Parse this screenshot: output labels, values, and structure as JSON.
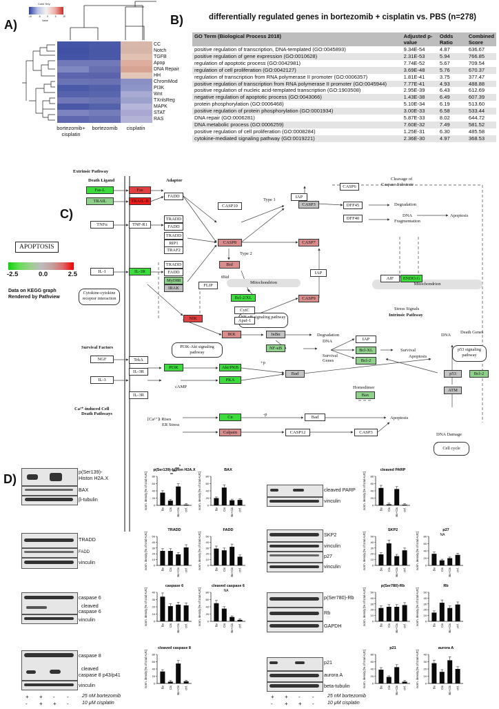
{
  "panel_labels": {
    "a": "A)",
    "b": "B)",
    "c": "C)",
    "d": "D)"
  },
  "panel_a": {
    "color_key_title": "Color Key",
    "color_key_ticks": [
      "-10",
      "-5",
      "0",
      "5",
      "10"
    ],
    "color_key_xlabel": "Value",
    "rows": [
      "CC",
      "Notch",
      "TGFB",
      "Apop",
      "DNA Repair",
      "HH",
      "ChromMod",
      "PI3K",
      "Wnt",
      "TXnlsReg",
      "MAPK",
      "STAT",
      "RAS"
    ],
    "columns": [
      "bortezomib+\ncisplatin",
      "bortezomib",
      "cisplatin"
    ],
    "colors": {
      "low": "#3a4fa0",
      "mid": "#d9dbe8",
      "high": "#cc4b3c"
    }
  },
  "panel_b": {
    "title": "differentially regulated genes in bortezomib + cisplatin vs. PBS (n=278)",
    "headers": [
      "GO Term (Biological Process 2018)",
      "Adjusted p-value",
      "Odds Ratio",
      "Combined Score"
    ],
    "rows": [
      [
        "positive regulation of transcription,  DNA-templated (GO:0045893)",
        "9.34E-54",
        "4.87",
        "636.67"
      ],
      [
        "positive regulation of gene expression (GO:0010628)",
        "2.31E-53",
        "5.94",
        "766.85"
      ],
      [
        "regulation of apoptotic process (GO:0042981)",
        "7.74E-52",
        "5.67",
        "709.54"
      ],
      [
        "regulation of cell proliferation (GO:0042127)",
        "3.69E-48",
        "5.76",
        "670.37"
      ],
      [
        "regulation of transcription from RNA polymerase II promoter (GO:0006357)",
        "1.81E-41",
        "3.75",
        "377.47"
      ],
      [
        "positive regulation of transcription from RNA polymerase II promoter (GO:0045944)",
        "7.77E-41",
        "4.93",
        "488.88"
      ],
      [
        "positive regulation of nucleic acid-templated transcription (GO:1903508)",
        "2.95E-39",
        "6.43",
        "612.69"
      ],
      [
        "negative regulation of apoptotic process (GO:0043066)",
        "1.43E-38",
        "6.49",
        "607.39"
      ],
      [
        "protein phosphorylation (GO:0006468)",
        "5.10E-34",
        "6.19",
        "513.60"
      ],
      [
        "positive regulation of protein phosphorylation (GO:0001934)",
        "3.00E-33",
        "6.58",
        "533.44"
      ],
      [
        "DNA repair (GO:0006281)",
        "5.87E-33",
        "8.02",
        "644.72"
      ],
      [
        "DNA metabolic process (GO:0006259)",
        "7.60E-32",
        "7.49",
        "581.52"
      ],
      [
        "positive regulation of cell proliferation (GO:0008284)",
        "1.25E-31",
        "6.30",
        "485.58"
      ],
      [
        "cytokine-mediated signaling pathway (GO:0019221)",
        "2.36E-30",
        "4.97",
        "368.53"
      ]
    ]
  },
  "panel_c": {
    "legend_title": "APOPTOSIS",
    "legend_ticks": [
      "-2.5",
      "0.0",
      "2.5"
    ],
    "legend_note": [
      "Data on KEGG graph",
      "Rendered by Pathview"
    ],
    "section_labels": {
      "extrinsic": "Extrinsic Pathway",
      "death_ligand": "Death Ligand",
      "adaptor": "Adaptor",
      "survival": "Survival Factors",
      "ca": "Ca²⁺-induced Cell",
      "ca2": "Death Pathways",
      "intrinsic": "Intrinsic Pathway",
      "stress": "Stress Signals"
    },
    "texts": {
      "cleavage": "Cleavage of",
      "cleavage2": "Caspase Substrate",
      "degradation": "Degradation",
      "dna_frag": "DNA",
      "dna_frag2": "Fragmentation",
      "apoptosis": "Apoptosis",
      "type1": "Type 1",
      "type2": "Type 2",
      "tbid": "tBid",
      "mito": "Mitochondrion",
      "mito2": "Mitochondrion",
      "nfkb_pw": "NF-κB signaling pathway",
      "pi3k_pw": "PI3K-Akt signaling pathway",
      "cytokine_pw": "Cytokine-cytokine receptor interaction",
      "p53_pw": "p53 signaling pathway",
      "dna": "DNA",
      "survival_genes": "Survival Genes",
      "survival": "Survival",
      "degradation2": "Degradation",
      "camp": "cAMP",
      "homodimer": "Homodimer",
      "dna_damage": "DNA Damage",
      "cell_cycle": "Cell cycle",
      "death_genes": "Death Genes",
      "ca_rises": "[Ca²⁺]i Rises",
      "er_stress": "ER Stress",
      "apoptosis2": "Apoptosis",
      "apoptosis3": "Apoptosis",
      "dna2": "DNA",
      "plus_p": "+p",
      "minus_p": "-p"
    },
    "nodes": {
      "fasl": "Fas-L",
      "trail": "TRAIL",
      "tnfa": "TNFα",
      "il1": "IL-1",
      "ngf": "NGF",
      "il3": "IL-3",
      "fas": "Fas",
      "trailr": "TRAIL-R",
      "tnfr1": "TNF-R1",
      "il1r": "IL-1R",
      "trka": "TrkA",
      "il3r": "IL-3R",
      "il3r2": "IL-3R",
      "fadd": "FADD",
      "tradd1": "TRADD",
      "fadd2": "FADD",
      "tradd2": "TRADD",
      "rip1": "RIP1",
      "traf2": "TRAF2",
      "tradd3": "TRADD",
      "fadd3": "FADD",
      "myd88": "MyD88",
      "irak": "IRAK",
      "flip": "FLIP",
      "casp10": "CASP10",
      "casp8": "CASP8",
      "casp3": "CASP3",
      "casp7": "CASP7",
      "casp6": "CASP6",
      "iap": "IAP",
      "bid": "Bid",
      "bcl2": "Bcl-2/XL",
      "cytc": "CytC",
      "apaf1": "Apaf-1",
      "casp9": "CASP9",
      "iap2": "IAP",
      "dff45": "DFF45",
      "dff40": "DFF40",
      "aif": "AIF",
      "endog": "ENDO.G",
      "nik": "NIK",
      "ikk": "IKK",
      "ikba": "IκBα",
      "nfkb": "NF-κB",
      "iap3": "IAP",
      "bclxl": "Bcl-XL",
      "bcl2b": "Bcl-2",
      "pi3k": "PI3K",
      "akt": "Akt/PKB",
      "pka": "PKA",
      "bad": "Bad",
      "bax": "Bax",
      "p53": "p53",
      "bcl2c": "Bcl-2",
      "atm": "ATM",
      "cn": "Cn",
      "calpain": "Calpain",
      "bad2": "Bad",
      "casp12": "CASP12",
      "casp3b": "CASP3"
    }
  },
  "panel_d": {
    "treatment_rows": [
      {
        "signs": [
          "+",
          "+",
          "-",
          "-"
        ],
        "label": "25 nM bortezomib"
      },
      {
        "signs": [
          "-",
          "+",
          "+",
          "-"
        ],
        "label": "10 µM cisplatin"
      }
    ],
    "blots": {
      "b1": [
        "p(Ser139)-",
        "Histon H2A.X",
        "BAX",
        "β-tubulin"
      ],
      "b2": [
        "TRADD",
        "FADD",
        "vinculin"
      ],
      "b3": [
        "caspase 6",
        "cleaved",
        "caspase 6",
        "vinculin"
      ],
      "b4": [
        "caspase 8",
        "cleaved",
        "caspase 8 p43/p41",
        "vinculin"
      ],
      "b5": [
        "cleaved PARP",
        "vinculin"
      ],
      "b6": [
        "SKP2",
        "vinculin",
        "p27",
        "vinculin"
      ],
      "b7": [
        "p(Ser780)-Rb",
        "Rb",
        "GAPDH"
      ],
      "b8": [
        "p21",
        "aurora A",
        "beta-tubulin"
      ]
    },
    "y_axis_label": "norm. density [% of total AUC]",
    "x_categories": [
      "Bo",
      "Cis",
      "Bo+Cis",
      "ctrl."
    ],
    "na_label": "NA"
  },
  "chart_data": [
    {
      "type": "bar",
      "title": "p(Ser139)-histon H2A.X",
      "categories": [
        "Bo",
        "Cis",
        "Bo+Cis",
        "ctrl."
      ],
      "values": [
        35,
        13,
        52,
        2
      ],
      "ylim": [
        0,
        80
      ],
      "sig": [
        "**",
        "***",
        "***",
        "*"
      ]
    },
    {
      "type": "bar",
      "title": "BAX",
      "categories": [
        "Bo",
        "Cis",
        "Bo+Cis",
        "ctrl."
      ],
      "values": [
        20,
        49,
        14,
        15
      ],
      "ylim": [
        0,
        80
      ]
    },
    {
      "type": "bar",
      "title": "TRADD",
      "categories": [
        "Bo",
        "Cis",
        "Bo+Cis",
        "ctrl."
      ],
      "values": [
        25,
        25,
        19,
        31
      ],
      "ylim": [
        0,
        50
      ]
    },
    {
      "type": "bar",
      "title": "FADD",
      "categories": [
        "Bo",
        "Cis",
        "Bo+Cis",
        "ctrl."
      ],
      "values": [
        29,
        26,
        32,
        15
      ],
      "ylim": [
        0,
        50
      ]
    },
    {
      "type": "bar",
      "title": "caspase 6",
      "categories": [
        "Bo",
        "Cis",
        "Bo+Cis",
        "ctrl."
      ],
      "values": [
        34,
        21,
        23,
        22
      ],
      "ylim": [
        0,
        40
      ]
    },
    {
      "type": "bar",
      "title": "cleaved caspase 6",
      "categories": [
        "Bo",
        "Cis",
        "Bo+Cis",
        "ctrl."
      ],
      "values": [
        50,
        35,
        12,
        4
      ],
      "ylim": [
        0,
        80
      ]
    },
    {
      "type": "bar",
      "title": "cleaved caspase 8",
      "categories": [
        "Bo",
        "Cis",
        "Bo+Cis",
        "ctrl."
      ],
      "values": [
        33,
        5,
        55,
        6
      ],
      "ylim": [
        0,
        80
      ]
    },
    {
      "type": "bar",
      "title": "cleaved PARP",
      "categories": [
        "Bo",
        "Cis",
        "Bo+Cis",
        "ctrl."
      ],
      "values": [
        48,
        3,
        45,
        2
      ],
      "ylim": [
        0,
        80
      ]
    },
    {
      "type": "bar",
      "title": "SKP2",
      "categories": [
        "Bo",
        "Cis",
        "Bo+Cis",
        "ctrl."
      ],
      "values": [
        19,
        38,
        16,
        26
      ],
      "ylim": [
        0,
        50
      ]
    },
    {
      "type": "bar",
      "title": "p27",
      "categories": [
        "Bo",
        "Cis",
        "Bo+Cis",
        "ctrl."
      ],
      "values": [
        32,
        14,
        20,
        29
      ],
      "ylim": [
        0,
        80
      ]
    },
    {
      "type": "bar",
      "title": "p(Ser780)-Rb",
      "categories": [
        "Bo",
        "Cis",
        "Bo+Cis",
        "ctrl."
      ],
      "values": [
        23,
        25,
        25,
        28
      ],
      "ylim": [
        0,
        50
      ]
    },
    {
      "type": "bar",
      "title": "Rb",
      "categories": [
        "Bo",
        "Cis",
        "Bo+Cis",
        "ctrl."
      ],
      "values": [
        15,
        32,
        23,
        29
      ],
      "ylim": [
        0,
        50
      ]
    },
    {
      "type": "bar",
      "title": "p21",
      "categories": [
        "Bo",
        "Cis",
        "Bo+Cis",
        "ctrl."
      ],
      "values": [
        38,
        18,
        45,
        5
      ],
      "ylim": [
        0,
        80
      ]
    },
    {
      "type": "bar",
      "title": "aurora A",
      "categories": [
        "Bo",
        "Cis",
        "Bo+Cis",
        "ctrl."
      ],
      "values": [
        28,
        16,
        32,
        20
      ],
      "ylim": [
        0,
        40
      ]
    }
  ]
}
